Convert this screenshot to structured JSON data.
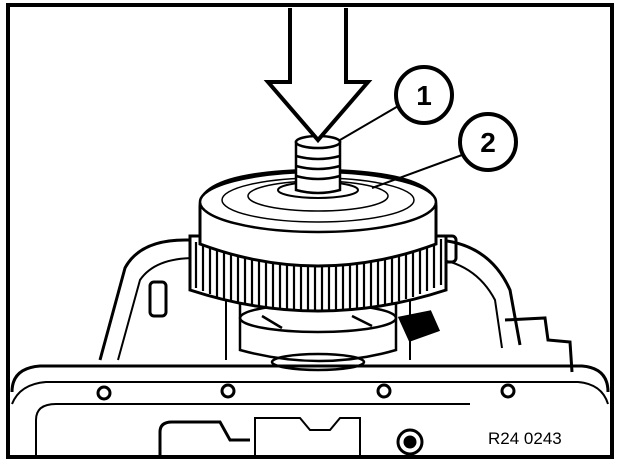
{
  "callouts": [
    {
      "number": "1",
      "target": "shaft"
    },
    {
      "number": "2",
      "target": "clutch-drum"
    }
  ],
  "reference_code": "R24 0243",
  "colors": {
    "ink": "#000000",
    "paper": "#ffffff"
  },
  "icons": {
    "press_arrow": "arrow-down-icon"
  }
}
